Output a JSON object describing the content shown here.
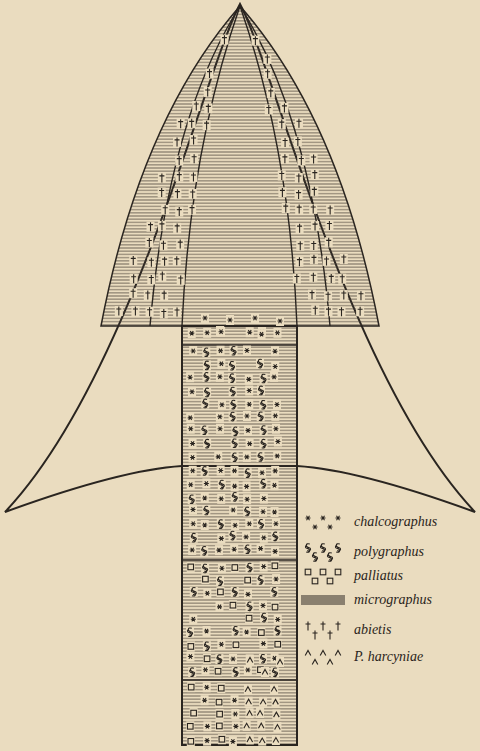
{
  "diagram": {
    "legend": [
      {
        "text": "chalcographus"
      },
      {
        "text": "polygraphus"
      },
      {
        "text": "palliatus"
      },
      {
        "text": "micrographus"
      },
      {
        "text": "abietis"
      },
      {
        "text": "P. harcyniae"
      }
    ]
  }
}
